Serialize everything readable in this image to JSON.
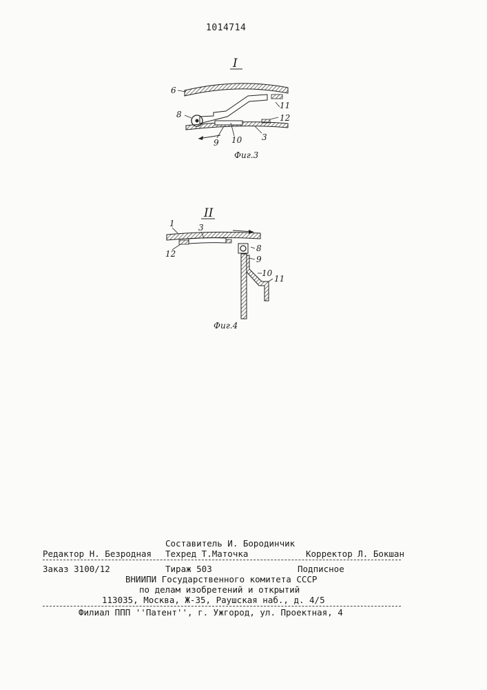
{
  "header": {
    "patent_number": "1014714"
  },
  "figure3": {
    "section_label": "I",
    "caption": "Фиг.3",
    "labels": {
      "l6": "6",
      "l8": "8",
      "l9": "9",
      "l10": "10",
      "l3": "3",
      "l11": "11",
      "l12": "12"
    }
  },
  "figure4": {
    "section_label": "II",
    "caption": "Фиг.4",
    "labels": {
      "l1": "1",
      "l3": "3",
      "l8": "8",
      "l9": "9",
      "l10": "10",
      "l11": "11",
      "l12": "12"
    }
  },
  "footer": {
    "compiler": "Составитель И. Бородинчик",
    "editor": "Редактор Н. Безродная",
    "techred": "Техред Т.Маточка",
    "corrector": "Корректор Л. Бокшан",
    "order": "Заказ 3100/12",
    "circulation": "Тираж 503",
    "subscription": "Подписное",
    "org_line1": "ВНИИПИ Государственного комитета СССР",
    "org_line2": "по делам изобретений и открытий",
    "address": "113035, Москва, Ж-35, Раушская наб., д. 4/5",
    "branch": "Филиал ППП ''Патент'', г. Ужгород, ул. Проектная, 4"
  }
}
